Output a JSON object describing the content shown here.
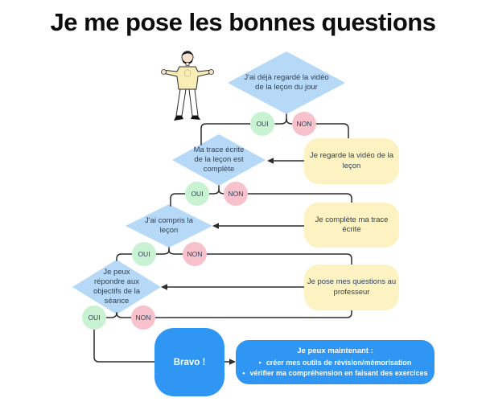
{
  "title": "Je me pose les bonnes questions",
  "badges": {
    "yes": "OUI",
    "no": "NON"
  },
  "flow": {
    "decisions": [
      {
        "text": "J'ai déjà regardé la vidéo\nde la leçon du jour"
      },
      {
        "text": "Ma trace écrite\nde la leçon est\ncomplète"
      },
      {
        "text": "J'ai compris la\nleçon"
      },
      {
        "text": "Je peux\nrépondre aux\nobjectifs de la\nséance"
      }
    ],
    "actions": [
      {
        "text": "Je regarde la vidéo de la\nleçon"
      },
      {
        "text": "Je complète ma trace\nécrite"
      },
      {
        "text": "Je pose mes questions au\nprofesseur"
      }
    ],
    "success": {
      "label": "Bravo !"
    },
    "next_steps": {
      "heading": "Je peux maintenant :",
      "bullet_char": "•",
      "items": [
        "créer mes outils de révision/mémorisation",
        "vérifier ma compréhension en faisant des exercices"
      ]
    }
  },
  "colors": {
    "decision_fill": "#b5d9f6",
    "yes_fill": "#c9f2d2",
    "no_fill": "#f8c2cc",
    "action_fill": "#fdf2c2",
    "primary_blue": "#2f96f3",
    "connector": "#2b2b2b",
    "text_dark": "#2f4157"
  }
}
